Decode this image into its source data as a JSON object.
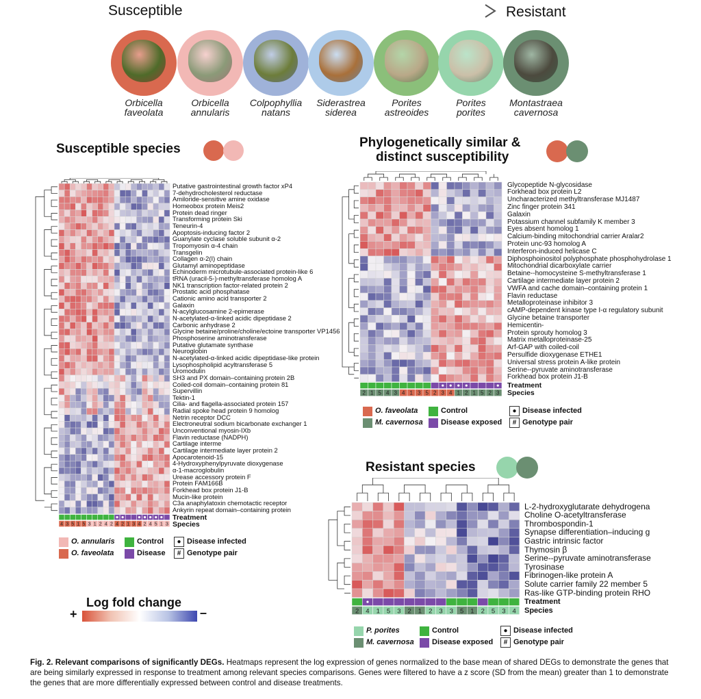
{
  "header": {
    "left": "Susceptible",
    "right": "Resistant"
  },
  "species": [
    {
      "line1": "Orbicella",
      "line2": "faveolata",
      "bg": "#d9694f",
      "coral": "#4f6b2a"
    },
    {
      "line1": "Orbicella",
      "line2": "annularis",
      "bg": "#f2b8b5",
      "coral": "#8b9a78"
    },
    {
      "line1": "Colpophyllia",
      "line2": "natans",
      "bg": "#9fb2d9",
      "coral": "#6d7d3a"
    },
    {
      "line1": "Siderastrea",
      "line2": "siderea",
      "bg": "#aecbe9",
      "coral": "#a9703a"
    },
    {
      "line1": "Porites",
      "line2": "astreoides",
      "bg": "#8bbf7a",
      "coral": "#b9a888"
    },
    {
      "line1": "Porites",
      "line2": "porites",
      "bg": "#96d5ac",
      "coral": "#cbbfa8"
    },
    {
      "line1": "Montastraea",
      "line2": "cavernosa",
      "bg": "#6b8f72",
      "coral": "#4c4a3e"
    }
  ],
  "colors": {
    "high": "#d85a5a",
    "mid": "#f4f1f4",
    "low": "#3e3f8f",
    "o_annularis": "#f2b8b5",
    "o_faveolata": "#d9694f",
    "m_cavernosa": "#6b8f72",
    "p_porites": "#96d5ac",
    "control": "#3fb33f",
    "disease": "#7b4aa8"
  },
  "panelA": {
    "title": "Susceptible species",
    "genes": [
      "Putative gastrointestinal growth factor xP4",
      "7-dehydrocholesterol reductase",
      "Amiloride-sensitive amine oxidase",
      "Homeobox protein Meis2",
      "Protein dead ringer",
      "Transforming protein Ski",
      "Teneurin-4",
      "Apoptosis-inducing factor 2",
      "Guanylate cyclase soluble subunit α-2",
      "Tropomyosin α-4 chain",
      "Transgelin",
      "Collagen α-2(I) chain",
      "Glutamyl aminopeptidase",
      "Echinoderm microtubule-associated protein-like 6",
      "tRNA (uracil-5-)-methyltransferase homolog A",
      "NK1 transcription factor-related protein 2",
      "Prostatic acid phosphatase",
      "Cationic amino acid transporter 2",
      "Galaxin",
      "N-acylglucosamine 2-epimerase",
      "N-acetylated-α-linked acidic dipeptidase 2",
      "Carbonic anhydrase 2",
      "Glycine betaine/proline/choline/ectoine transporter VP1456",
      "Phosphoserine aminotransferase",
      "Putative glutamate synthase",
      "Neuroglobin",
      "N-acetylated-α-linked acidic dipeptidase-like protein",
      "Lysophospholipid acyltransferase 5",
      "Uromodulin",
      "SH3 and PX domain–containing protein 2B",
      "Coiled-coil domain–containing protein 81",
      "Supervillin",
      "Tektin-1",
      "Cilia- and flagella-associated protein 157",
      "Radial spoke head protein 9 homolog",
      "Netrin receptor DCC",
      "Electroneutral sodium bicarbonate exchanger 1",
      "Unconventional myosin-IXb",
      "Flavin reductase (NADPH)",
      "Cartilage interme",
      "Cartilage intermediate layer protein 2",
      "Apocarotenoid-15",
      "4-Hydroxyphenylpyruvate dioxygenase",
      "α-1-macroglobulin",
      "Urease accessory protein F",
      "Protein FAM166B",
      "Forkhead box protein J1-B",
      "Mucin-like protein",
      "C3a anaphylatoxin chemotactic receptor",
      "Ankyrin repeat domain–containing protein"
    ],
    "treatment_label": "Treatment",
    "species_label": "Species",
    "genotypes": [
      "4",
      "3",
      "5",
      "1",
      "5",
      "3",
      "1",
      "2",
      "4",
      "2",
      "4",
      "2",
      "1",
      "3",
      "4",
      "2",
      "4",
      "5",
      "1",
      "3"
    ],
    "legend": {
      "sp1": "O. annularis",
      "sp2": "O. faveolata",
      "control": "Control",
      "disease": "Disease",
      "infected": "Disease infected",
      "genotype": "Genotype pair",
      "dot_symbol": "●",
      "hash_symbol": "#"
    }
  },
  "panelB": {
    "title_line1": "Phylogenetically similar &",
    "title_line2": "distinct susceptibility",
    "genes": [
      "Glycopeptide N-glycosidase",
      "Forkhead box protein L2",
      "Uncharacterized methyltransferase MJ1487",
      "Zinc finger protein 341",
      "Galaxin",
      "Potassium channel subfamily K member 3",
      "Eyes absent homolog 1",
      "Calcium-binding mitochondrial carrier Aralar2",
      "Protein unc-93 homolog A",
      "Interferon-induced helicase C",
      "Diphosphoinositol polyphosphate phosphohydrolase 1",
      "Mitochondrial dicarboxylate carrier",
      "Betaine--homocysteine S-methyltransferase 1",
      "Cartilage intermediate layer protein 2",
      "VWFA and cache domain–containing protein 1",
      "Flavin reductase",
      "Metalloproteinase inhibitor 3",
      "cAMP-dependent kinase type I-α regulatory subunit",
      "Glycine betaine transporter",
      "Hemicentin-",
      "Protein sprouty homolog 3",
      "Matrix metalloproteinase-25",
      "Arf-GAP with coiled-coil",
      "Persulfide dioxygenase ETHE1",
      "Universal stress protein A-like protein",
      "Serine--pyruvate aminotransferase",
      "Forkhead box protein J1-B"
    ],
    "treatment_label": "Treatment",
    "species_label": "Species",
    "genotypes": [
      "2",
      "1",
      "5",
      "4",
      "3",
      "4",
      "1",
      "3",
      "5",
      "2",
      "3",
      "4",
      "1",
      "2",
      "1",
      "5",
      "2",
      "3"
    ],
    "legend": {
      "sp1": "O. faveolata",
      "sp2": "M. cavernosa",
      "control": "Control",
      "disease": "Disease exposed",
      "infected": "Disease infected",
      "genotype": "Genotype pair",
      "dot_symbol": "●",
      "hash_symbol": "#"
    }
  },
  "panelC": {
    "title": "Resistant species",
    "genes": [
      "L-2-hydroxyglutarate dehydrogena",
      "Choline O-acetyltransferase",
      "Thrombospondin-1",
      "Synapse differentiation–inducing g",
      "Gastric intrinsic factor",
      "Thymosin β",
      "Serine--pyruvate aminotransferase",
      "Tyrosinase",
      "Fibrinogen-like protein A",
      "Solute carrier family 22 member 5",
      "Ras-like GTP-binding protein RHO"
    ],
    "treatment_label": "Treatment",
    "species_label": "Species",
    "genotypes": [
      "2",
      "4",
      "1",
      "5",
      "3",
      "2",
      "1",
      "2",
      "3",
      "3",
      "5",
      "1",
      "2",
      "5",
      "3",
      "4"
    ],
    "legend": {
      "sp1": "P. porites",
      "sp2": "M. cavernosa",
      "control": "Control",
      "disease": "Disease exposed",
      "infected": "Disease infected",
      "genotype": "Genotype pair",
      "dot_symbol": "●",
      "hash_symbol": "#"
    }
  },
  "colorbar": {
    "title": "Log fold change",
    "plus": "+",
    "minus": "–"
  },
  "caption": {
    "bold": "Fig. 2. Relevant comparisons of significantly DEGs.",
    "text": " Heatmaps represent the log expression of genes normalized to the base mean of shared DEGs to demonstrate the genes that are being similarly expressed in response to treatment among relevant species comparisons. Genes were filtered to have a z score (SD from the mean) greater than 1 to demonstrate the genes that are more differentially expressed between control and disease treatments."
  },
  "chart_data": [
    {
      "type": "heatmap",
      "title": "Susceptible species",
      "rows": 50,
      "columns": 20,
      "treatment": [
        "control",
        "control",
        "control",
        "control",
        "control",
        "control",
        "control",
        "control",
        "control",
        "control",
        "disease",
        "disease",
        "disease",
        "disease",
        "disease",
        "disease",
        "disease",
        "disease",
        "disease",
        "disease"
      ],
      "infected_columns": [
        10,
        11,
        14,
        15,
        16,
        17,
        18
      ],
      "species": [
        "O. faveolata",
        "O. faveolata",
        "O. faveolata",
        "O. faveolata",
        "O. faveolata",
        "O. annularis",
        "O. annularis",
        "O. annularis",
        "O. annularis",
        "O. annularis",
        "O. faveolata",
        "O. faveolata",
        "O. faveolata",
        "O. faveolata",
        "O. faveolata",
        "O. annularis",
        "O. annularis",
        "O. annularis",
        "O. annularis",
        "O. annularis"
      ],
      "row_clusters": [
        [
          0,
          28,
          "control-high"
        ],
        [
          29,
          34,
          "mixed"
        ],
        [
          35,
          49,
          "disease-high"
        ]
      ],
      "scale": "relative log expression"
    },
    {
      "type": "heatmap",
      "title": "Phylogenetically similar & distinct susceptibility",
      "rows": 27,
      "columns": 18,
      "treatment": [
        "control",
        "control",
        "control",
        "control",
        "control",
        "control",
        "control",
        "control",
        "control",
        "disease",
        "disease",
        "disease",
        "disease",
        "disease",
        "disease",
        "disease",
        "disease",
        "disease"
      ],
      "infected_columns": [
        10,
        11,
        12,
        13,
        17
      ],
      "species": [
        "M. cavernosa",
        "M. cavernosa",
        "M. cavernosa",
        "M. cavernosa",
        "M. cavernosa",
        "O. faveolata",
        "O. faveolata",
        "O. faveolata",
        "O. faveolata",
        "O. faveolata",
        "O. faveolata",
        "O. faveolata",
        "M. cavernosa",
        "M. cavernosa",
        "M. cavernosa",
        "M. cavernosa",
        "M. cavernosa",
        "M. cavernosa"
      ],
      "row_clusters": [
        [
          0,
          9,
          "control-high"
        ],
        [
          10,
          26,
          "disease-high"
        ]
      ],
      "scale": "relative log expression"
    },
    {
      "type": "heatmap",
      "title": "Resistant species",
      "rows": 11,
      "columns": 16,
      "treatment": [
        "green",
        "purple",
        "purple",
        "purple",
        "purple",
        "purple",
        "purple",
        "purple",
        "purple",
        "green",
        "green",
        "green",
        "purple",
        "green",
        "green",
        "green"
      ],
      "infected_columns": [
        1
      ],
      "species": [
        "M. cavernosa",
        "P. porites",
        "P. porites",
        "P. porites",
        "P. porites",
        "M. cavernosa",
        "M. cavernosa",
        "P. porites",
        "P. porites",
        "P. porites",
        "M. cavernosa",
        "M. cavernosa",
        "P. porites",
        "P. porites",
        "P. porites",
        "P. porites"
      ],
      "row_clusters": [
        [
          0,
          10,
          "left-high"
        ]
      ],
      "scale": "relative log expression"
    }
  ]
}
